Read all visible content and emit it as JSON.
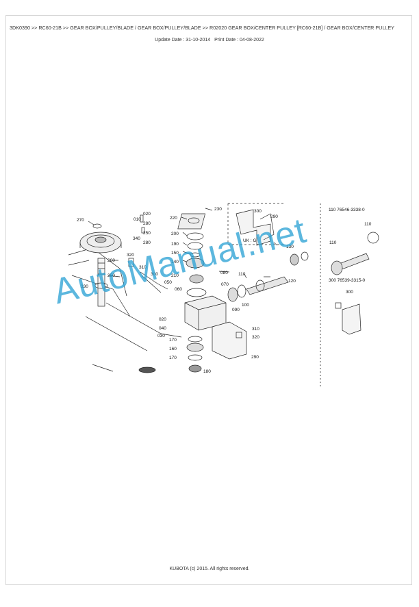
{
  "header": {
    "breadcrumb": "3DK0390 >> RC60-21B >> GEAR BOX/PULLEY/BLADE / GEAR BOX/PULLEY/BLADE >> R02020   GEAR BOX/CENTER PULLEY   [RC60-21B] / GEAR BOX/CENTER PULLEY",
    "update_date": "Update Date : 31-10-2014",
    "print_date": "Print Date : 04-08-2022"
  },
  "diagram": {
    "callouts": {
      "c270": "270",
      "c260": "260",
      "c250": "250",
      "c330": "330",
      "c010": "010",
      "c020": "020",
      "c280a": "280",
      "c250b": "250",
      "c340": "340",
      "c280b": "280",
      "c320a": "320",
      "c310a": "310",
      "c300a": "300",
      "c220": "220",
      "c230": "230",
      "c200": "200",
      "c190": "190",
      "c150": "150",
      "c140": "140",
      "c210": "210",
      "c060": "060",
      "c050": "050",
      "c080": "080",
      "c070": "070",
      "c020b": "020",
      "c040": "040",
      "c030": "030",
      "c170a": "170",
      "c160": "160",
      "c170b": "170",
      "c180": "180",
      "c110a": "110",
      "c090": "090",
      "c100": "100",
      "c120": "120",
      "c130": "130",
      "c300b": "300",
      "c290a": "290",
      "c310b": "310",
      "c320b": "320",
      "c290b": "290",
      "c110r": "110",
      "c110s": "110",
      "c300r": "300",
      "c300s": "300"
    },
    "inset_label": "UK : G",
    "part_110": "110  76546-3338-0",
    "part_300": "300  76539-3315-0"
  },
  "watermark": "AutoManual.net",
  "footer": "KUBOTA (c) 2015. All rights reserved."
}
